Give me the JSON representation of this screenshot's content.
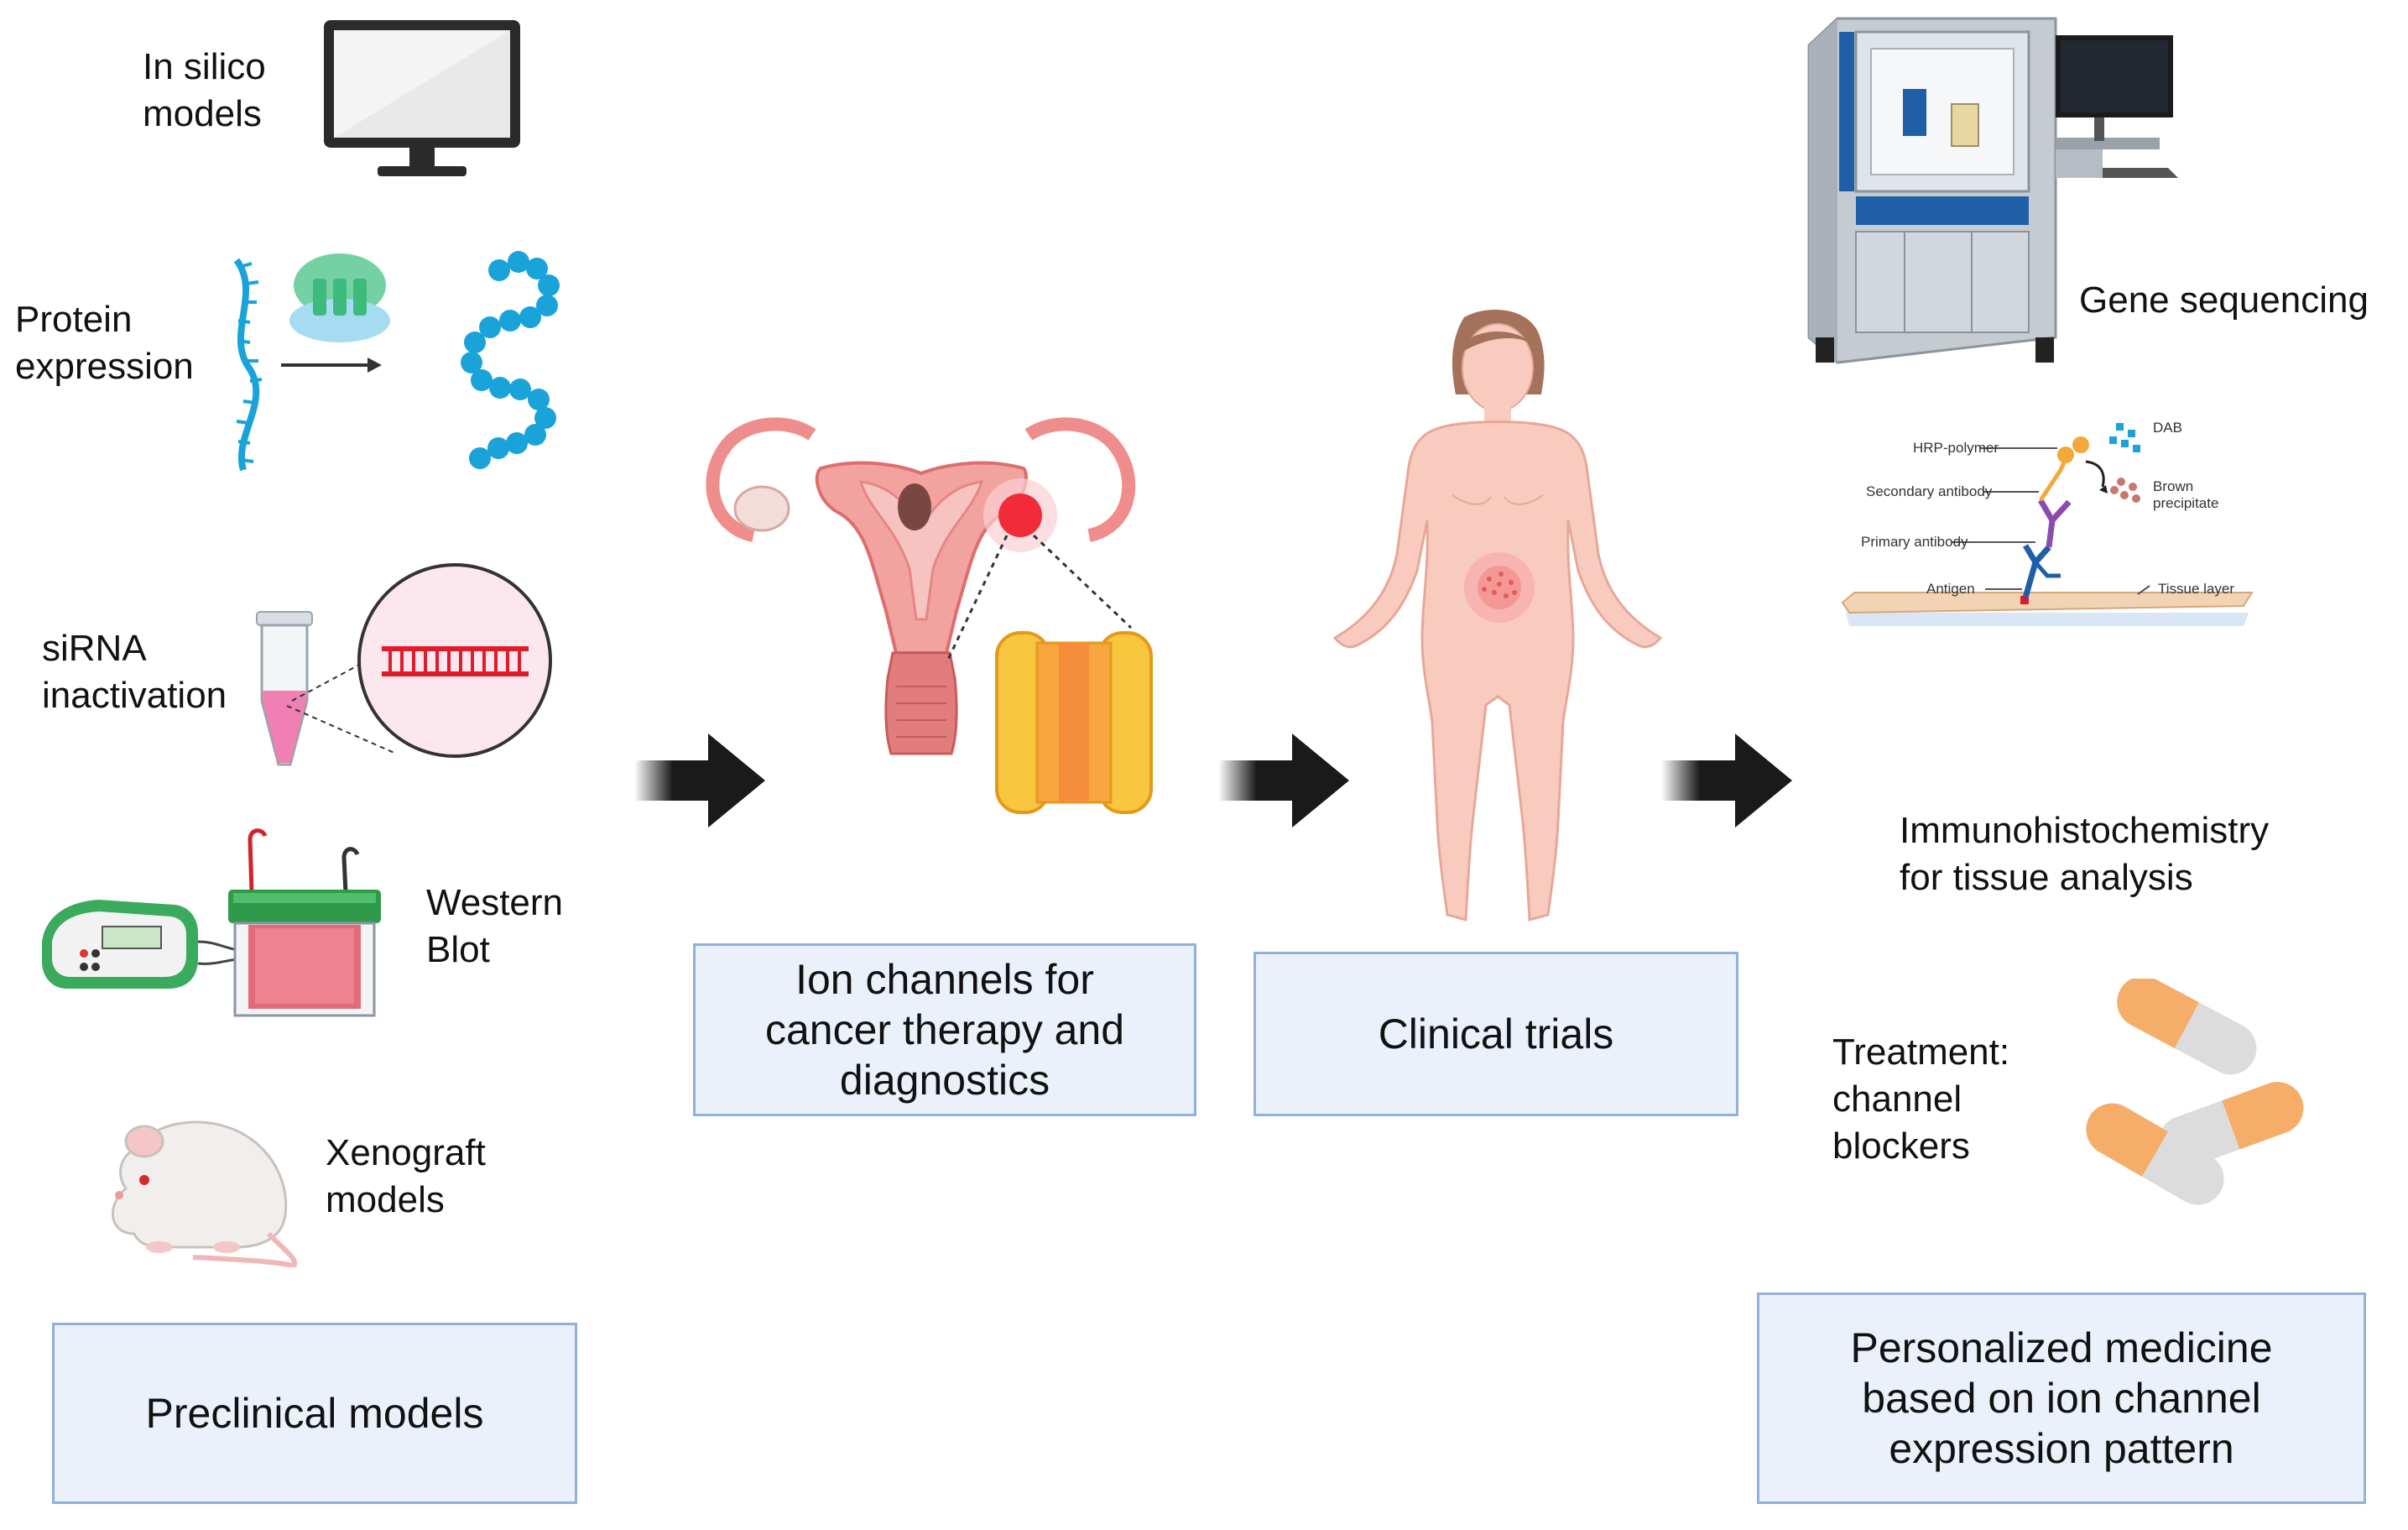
{
  "labels": {
    "in_silico": "In silico\nmodels",
    "protein_expression": "Protein\nexpression",
    "sirna": "siRNA\ninactivation",
    "western_blot": "Western\nBlot",
    "xenograft": "Xenograft\nmodels",
    "gene_sequencing": "Gene sequencing",
    "ihc": "Immunohistochemistry\nfor tissue analysis",
    "treatment": "Treatment:\nchannel\nblockers"
  },
  "boxes": {
    "preclinical": "Preclinical models",
    "ion_channels": "Ion channels for\ncancer therapy and\ndiagnostics",
    "clinical_trials": "Clinical trials",
    "personalized": "Personalized  medicine\nbased on ion channel\nexpression pattern"
  },
  "ihc_diagram": {
    "hrp_polymer": "HRP-polymer",
    "secondary_antibody": "Secondary antibody",
    "primary_antibody": "Primary antibody",
    "antigen": "Antigen",
    "dab": "DAB",
    "brown_precipitate": "Brown\nprecipitate",
    "tissue_layer": "Tissue layer"
  },
  "colors": {
    "box_fill": "#eaf1fb",
    "box_border": "#8fb1db",
    "arrow": "#1a1a1a",
    "protein_blue": "#1aa3d9",
    "uterus_pink": "#f2a3a0",
    "channel_orange": "#f7a640",
    "skin": "#f9cbbf",
    "pill_orange": "#f6ad6a"
  }
}
